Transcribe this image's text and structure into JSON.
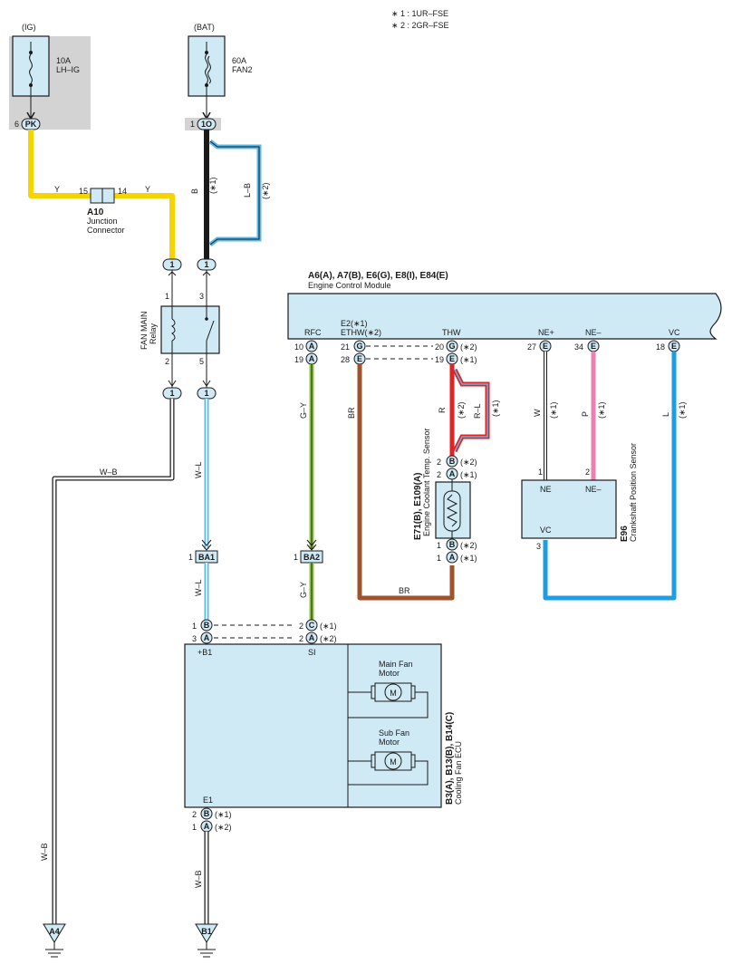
{
  "notes": [
    "∗ 1 : 1UR–FSE",
    "∗ 2 : 2GR–FSE"
  ],
  "fuses": {
    "ig": {
      "source": "(IG)",
      "rating": "10A",
      "name": "LH–IG",
      "pin": "6",
      "conn": "PK"
    },
    "bat": {
      "source": "(BAT)",
      "rating": "60A",
      "name": "FAN2",
      "pin": "1",
      "conn": "1O"
    }
  },
  "junction": {
    "code": "A10",
    "name1": "Junction",
    "name2": "Connector",
    "pin_in": "15",
    "pin_out": "14"
  },
  "relay": {
    "name1": "FAN MAIN",
    "name2": "Relay",
    "pins": [
      "1",
      "3",
      "2",
      "5"
    ],
    "conn": "1"
  },
  "connectors": {
    "ba1": "BA1",
    "ba2": "BA2",
    "pin1": "1"
  },
  "ecm": {
    "title": "A6(A), A7(B), E6(G), E8(I), E84(E)",
    "name": "Engine Control Module",
    "terms": {
      "rfc": "RFC",
      "e2": "E2(∗1)",
      "ethw": "ETHW(∗2)",
      "thw": "THW",
      "nep": "NE+",
      "nem": "NE–",
      "vc": "VC"
    },
    "pins": {
      "rfc_a": "10",
      "rfc_b": "19",
      "e2_a": "21",
      "e2_b": "28",
      "thw_a": "20",
      "thw_b": "19",
      "nep": "27",
      "nem": "34",
      "vc": "18"
    }
  },
  "sensor_temp": {
    "code": "E71(B), E109(A)",
    "name": "Engine Coolant Temp.  Sensor",
    "pins": [
      "2",
      "2",
      "1",
      "1"
    ]
  },
  "sensor_crank": {
    "code": "E96",
    "name": "Crankshaft Position Sensor",
    "terms": [
      "NE",
      "NE–",
      "VC"
    ],
    "pins": [
      "1",
      "2",
      "3"
    ]
  },
  "fan_ecu": {
    "code": "B3(A), B13(B), B14(C)",
    "name": "Cooling Fan ECU",
    "terms": {
      "b1": "+B1",
      "si": "SI",
      "e1": "E1"
    },
    "pins": {
      "b1_a": "1",
      "b1_b": "3",
      "si_a": "2",
      "si_b": "2",
      "e1_a": "2",
      "e1_b": "1"
    },
    "main_motor": [
      "Main Fan",
      "Motor"
    ],
    "sub_motor": [
      "Sub Fan",
      "Motor"
    ],
    "motor_symbol": "M"
  },
  "grounds": {
    "a4": "A4",
    "b1": "B1"
  },
  "wires": {
    "y": "Y",
    "b": "B",
    "lb": "L–B",
    "wb": "W–B",
    "wl": "W–L",
    "gy": "G–Y",
    "br": "BR",
    "r": "R",
    "rl": "R–L",
    "w": "W",
    "p": "P",
    "l": "L"
  },
  "marks": {
    "s1": "(∗1)",
    "s2": "(∗2)"
  },
  "letters": {
    "A": "A",
    "B": "B",
    "C": "C",
    "E": "E",
    "G": "G"
  },
  "colors": {
    "yellow": "#f5d400",
    "black": "#1a1a1a",
    "light_blue": "#5bb8ea",
    "blue": "#1e9ee0",
    "brown": "#a0522d",
    "red": "#e02424",
    "pink": "#ee7fb2",
    "green": "#8cc63f",
    "white_wire": "#ffffff",
    "gray_bg": "#d3d3d3",
    "component_fill": "#cfe9f5"
  }
}
